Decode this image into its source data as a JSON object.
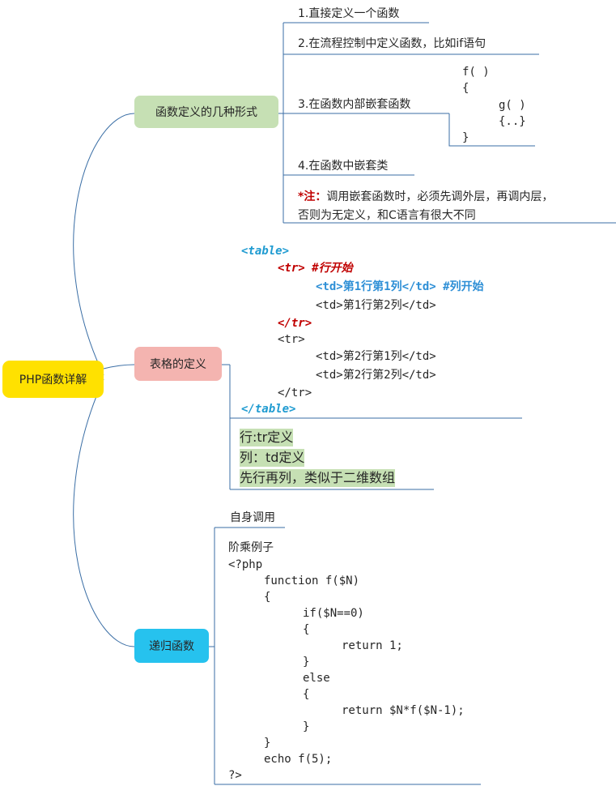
{
  "root": {
    "label": "PHP函数详解"
  },
  "branch_function_forms": {
    "label": "函数定义的几种形式",
    "items": [
      "1.直接定义一个函数",
      "2.在流程控制中定义函数，比如if语句",
      "3.在函数内部嵌套函数",
      "4.在函数中嵌套类"
    ],
    "nested_code": [
      "f( )",
      "{",
      "g( )",
      "{..}",
      "}"
    ],
    "note_prefix": "*注：",
    "note_line1": "调用嵌套函数时，必须先调外层，再调内层，",
    "note_line2": "否则为无定义，和C语言有很大不同"
  },
  "branch_table": {
    "label": "表格的定义",
    "code": {
      "table_open": "<table>",
      "tr_open": "<tr>",
      "tr_comment": "#行开始",
      "td_open": "<td>",
      "td_text": "第1行第1列",
      "td_close": "</td>",
      "td_comment": "#列开始",
      "row1col2": "<td>第1行第2列</td>",
      "tr_close": "</tr>",
      "tr2_open": "<tr>",
      "row2col1": "<td>第2行第1列</td>",
      "row2col2": "<td>第2行第2列</td>",
      "tr2_close": "</tr>",
      "table_close": "</table>"
    },
    "summary": [
      "行:tr定义",
      "列：td定义",
      "先行再列，类似于二维数组"
    ]
  },
  "branch_recursion": {
    "label": "递归函数",
    "subtitle": "自身调用",
    "code_title": "阶乘例子",
    "code": [
      "<?php",
      "function f($N)",
      "{",
      "if($N==0)",
      "{",
      "return 1;",
      "}",
      "else",
      "{",
      "return $N*f($N-1);",
      "}",
      "}",
      "echo f(5);",
      "?>"
    ]
  },
  "colors": {
    "root": "#ffe100",
    "function_forms": "#c6e0b4",
    "table": "#f4b4b0",
    "recursion": "#26c2ee",
    "connector": "#2e5a8a"
  }
}
